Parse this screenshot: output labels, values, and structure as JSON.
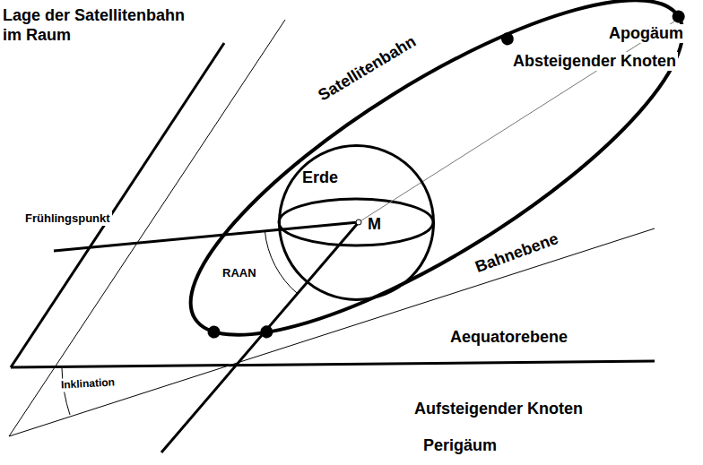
{
  "diagram": {
    "title": "Lage der Satellitenbahn im Raum",
    "nodes": [
      {
        "text": [
          "Erde"
        ]
      }
    ],
    "labels": [
      "Satellitenbahn",
      "Apogäum",
      "Absteigender Knoten",
      "Frühlingspunkt",
      "M",
      "RAAN",
      "Bahnebene",
      "Aequatorebene",
      "Inklination",
      "Aufsteigender Knoten",
      "Perigäum"
    ]
  }
}
